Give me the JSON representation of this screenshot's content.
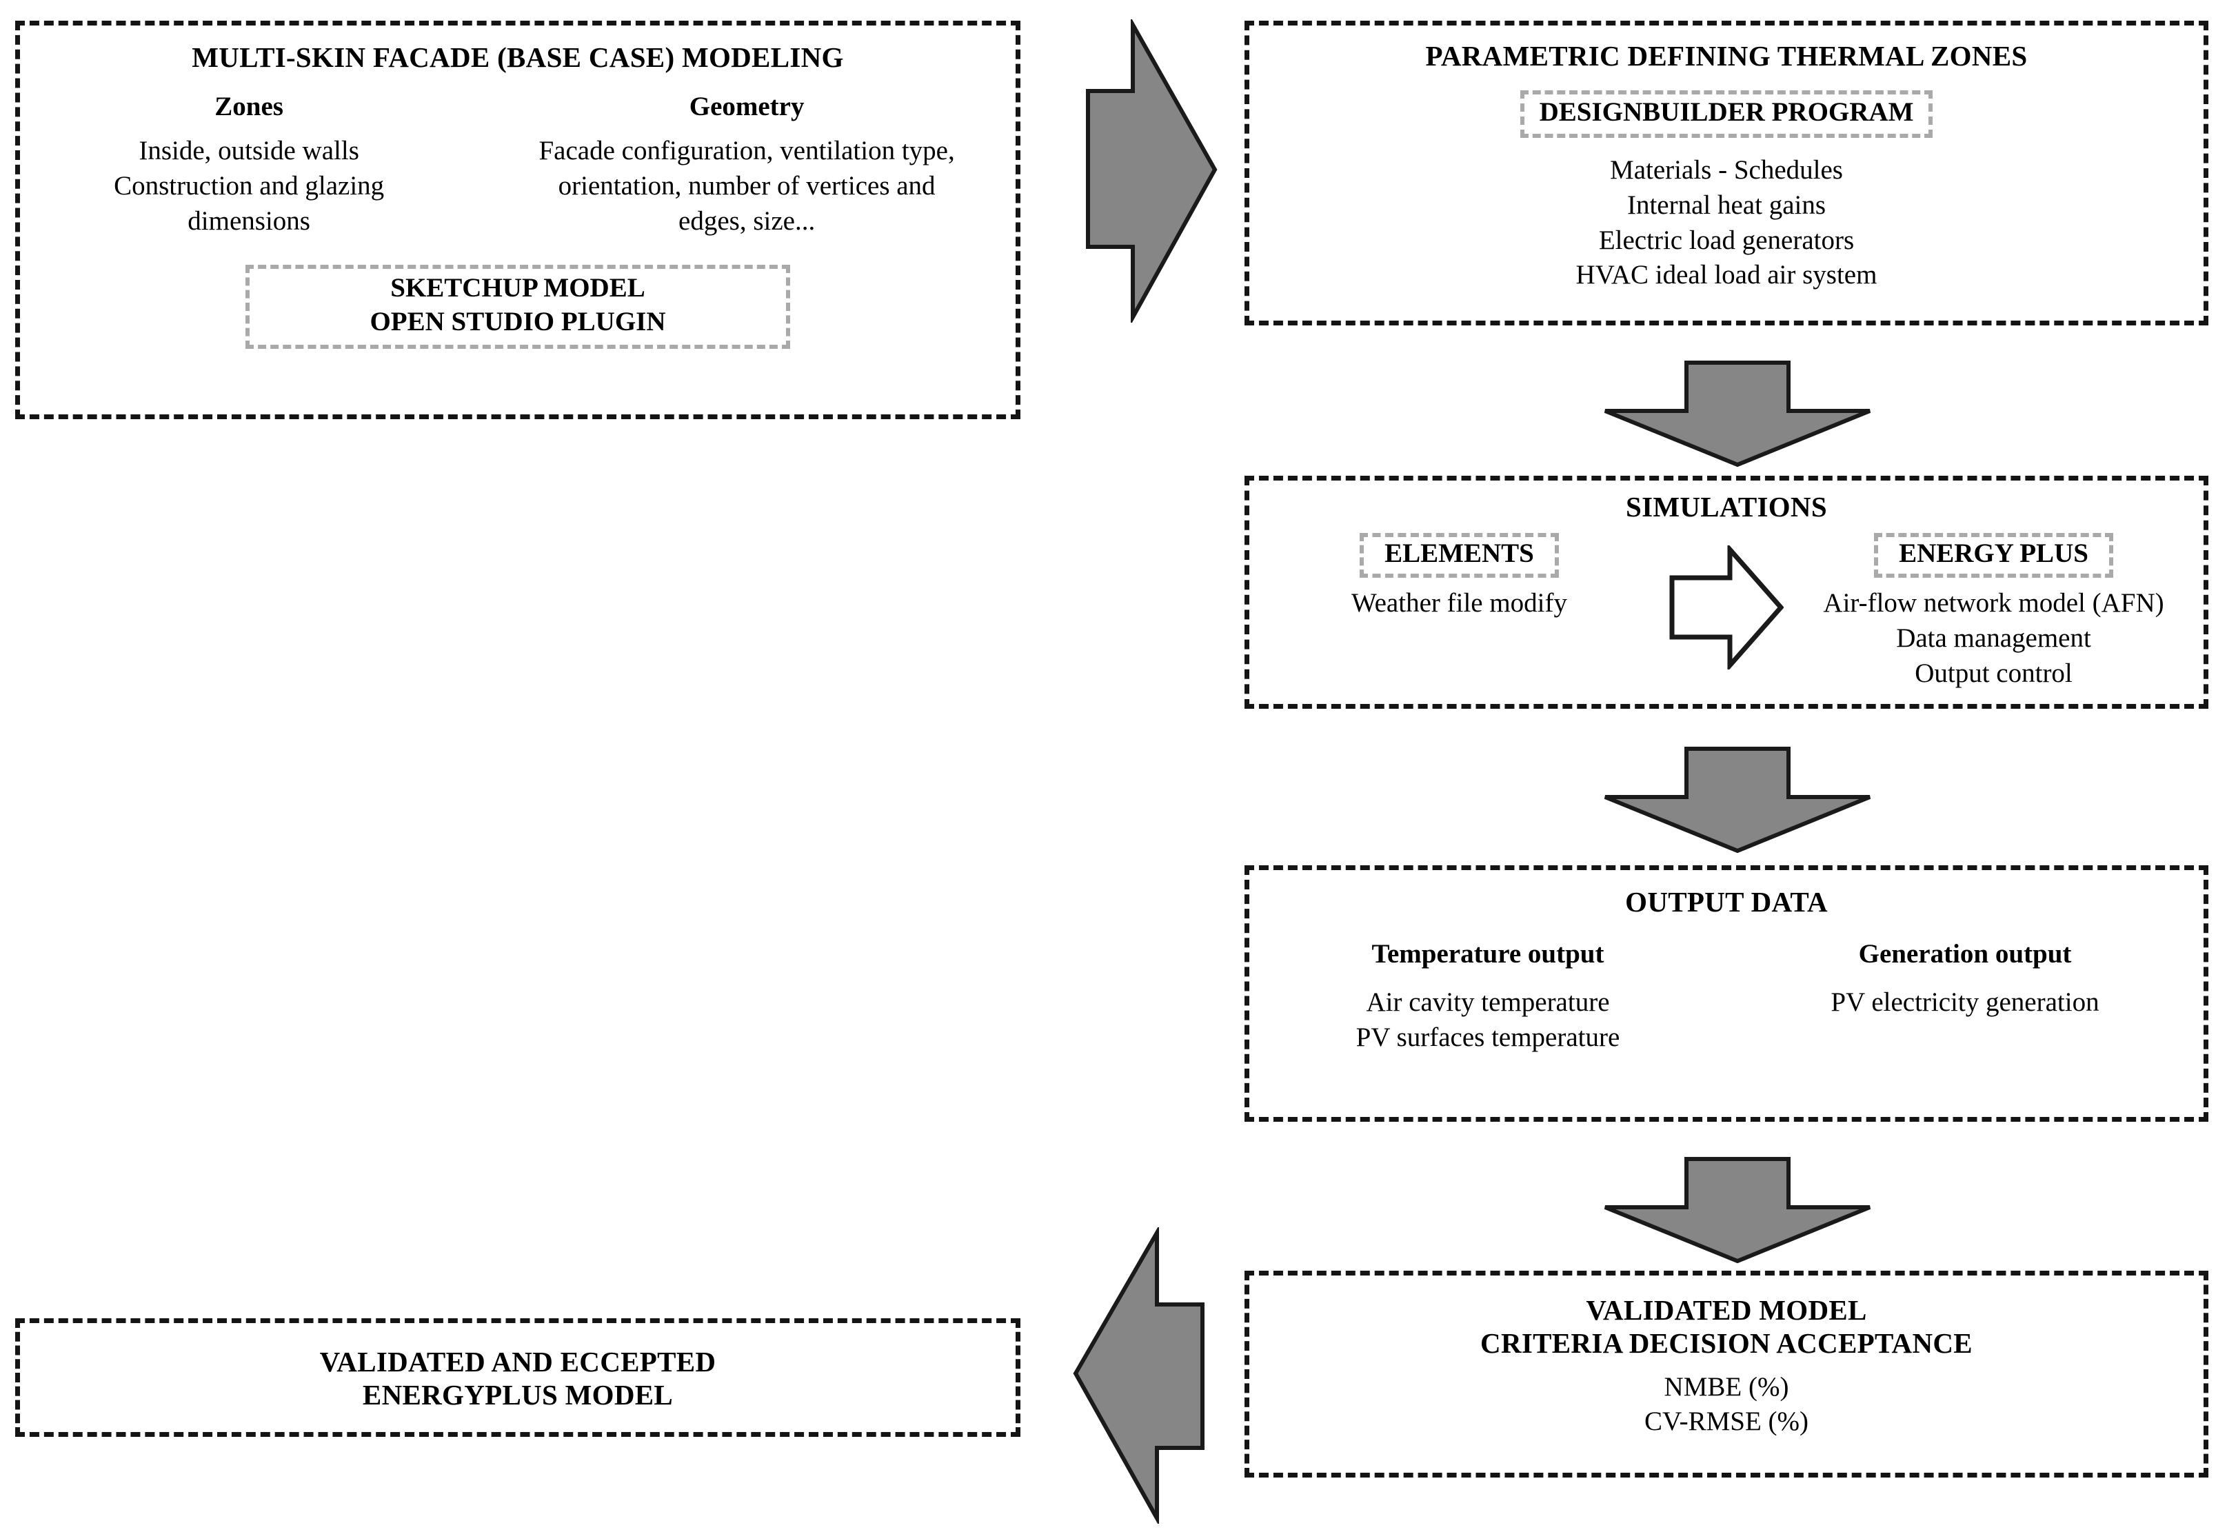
{
  "diagram": {
    "title": "Multi-skin facade modeling and validation workflow",
    "colors": {
      "box_border": "#141414",
      "subbox_border": "#a9a9a9",
      "arrow_fill": "#868686",
      "arrow_stroke": "#1a1a1a",
      "background": "#ffffff",
      "text": "#000000"
    },
    "nodes": {
      "base_case": {
        "title": "MULTI-SKIN FACADE (BASE CASE) MODELING",
        "columns": [
          {
            "heading": "Zones",
            "lines": [
              "Inside, outside walls",
              "Construction and glazing",
              "dimensions"
            ]
          },
          {
            "heading": "Geometry",
            "lines": [
              "Facade configuration, ventilation type,",
              "orientation, number of vertices and",
              "edges, size..."
            ]
          }
        ],
        "subbox": [
          "SKETCHUP MODEL",
          "OPEN STUDIO PLUGIN"
        ]
      },
      "parametric": {
        "title": "PARAMETRIC DEFINING THERMAL ZONES",
        "subbox": [
          "DESIGNBUILDER PROGRAM"
        ],
        "lines": [
          "Materials - Schedules",
          "Internal heat gains",
          "Electric load generators",
          "HVAC ideal load air system"
        ]
      },
      "simulations": {
        "title": "SIMULATIONS",
        "left": {
          "subbox": "ELEMENTS",
          "lines": [
            "Weather file modify"
          ]
        },
        "right": {
          "subbox": "ENERGY PLUS",
          "lines": [
            "Air-flow network model (AFN)",
            "Data management",
            "Output control"
          ]
        }
      },
      "output_data": {
        "title": "OUTPUT DATA",
        "columns": [
          {
            "heading": "Temperature output",
            "lines": [
              "Air cavity temperature",
              "PV surfaces temperature"
            ]
          },
          {
            "heading": "Generation output",
            "lines": [
              "PV electricity generation"
            ]
          }
        ]
      },
      "validated_model": {
        "title_line_1": "VALIDATED MODEL",
        "title_line_2": "CRITERIA DECISION ACCEPTANCE",
        "lines": [
          "NMBE (%)",
          "CV-RMSE (%)"
        ]
      },
      "accepted_model": {
        "title_line_1": "VALIDATED AND ECCEPTED",
        "title_line_2": "ENERGYPLUS MODEL"
      }
    },
    "arrows": [
      {
        "name": "arrow-right-top",
        "direction": "right"
      },
      {
        "name": "arrow-down-1",
        "direction": "down"
      },
      {
        "name": "arrow-down-2",
        "direction": "down"
      },
      {
        "name": "arrow-down-3",
        "direction": "down"
      },
      {
        "name": "arrow-left-bottom",
        "direction": "left"
      },
      {
        "name": "arrow-right-inner",
        "direction": "right"
      }
    ]
  }
}
